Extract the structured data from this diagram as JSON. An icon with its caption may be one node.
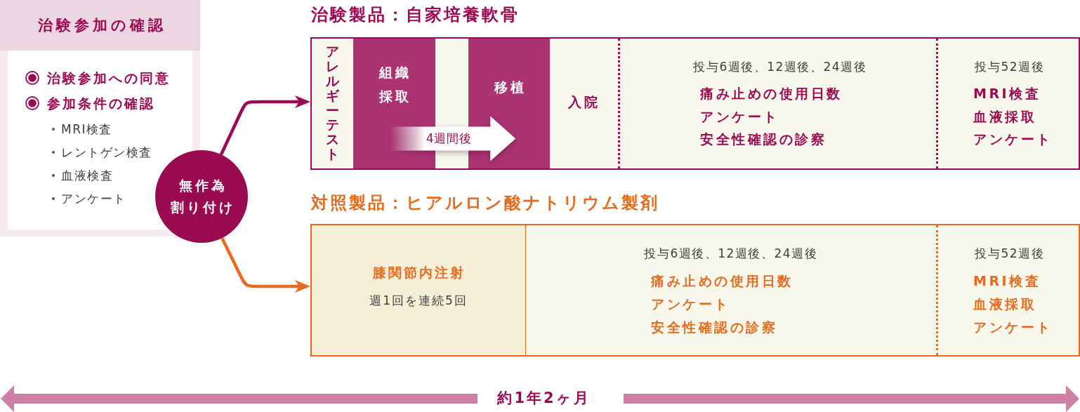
{
  "diagram": {
    "nodes": [
      {
        "text": [
          "治験参加の確認",
          "治験参加への同意",
          "参加条件の確認",
          "MRI検査",
          "レントゲン検査",
          "血液検査",
          "アンケート"
        ]
      },
      {
        "text": [
          "無作為割り付け"
        ]
      },
      {
        "text": [
          "治験製品：自家培養軟骨"
        ]
      },
      {
        "text": [
          "アレルギーテスト"
        ],
        "in": 2
      },
      {
        "text": [
          "組織採取"
        ],
        "in": 2
      },
      {
        "text": [
          "移植"
        ],
        "in": 2
      },
      {
        "text": [
          "入院"
        ],
        "in": 2
      },
      {
        "text": [
          "投与6週後、12週後、24週後",
          "痛み止めの使用日数",
          "アンケート",
          "安全性確認の診察"
        ],
        "in": 2
      },
      {
        "text": [
          "投与52週後",
          "MRI検査",
          "血液採取",
          "アンケート"
        ],
        "in": 2
      },
      {
        "text": [
          "対照製品：ヒアルロン酸ナトリウム製剤"
        ]
      },
      {
        "text": [
          "膝関節内注射",
          "週1回を連続5回"
        ],
        "in": 9
      },
      {
        "text": [
          "投与6週後、12週後、24週後",
          "痛み止めの使用日数",
          "アンケート",
          "安全性確認の診察"
        ],
        "in": 9
      },
      {
        "text": [
          "投与52週後",
          "MRI検査",
          "血液採取",
          "アンケート"
        ],
        "in": 9
      }
    ],
    "edges": [
      {
        "from": 1,
        "to": 2,
        "arrow": "to",
        "color": "#9b0a52"
      },
      {
        "from": 1,
        "to": 9,
        "arrow": "to",
        "color": "#e66b1e"
      },
      {
        "from": 4,
        "to": 5,
        "arrow": "to",
        "label": "4週間後",
        "style": "thick",
        "color": "#ffffff"
      }
    ],
    "labels": [
      "約1年2ヶ月"
    ]
  }
}
